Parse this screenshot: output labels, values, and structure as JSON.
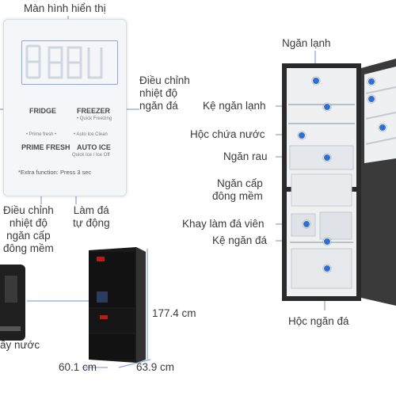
{
  "labels": {
    "display": "Màn hình hiển thị",
    "temp_freezer_adjust": "Điều chỉnh\nnhiệt độ\nngăn đá",
    "temp_prime_adjust": "Điều chỉnh\nnhiệt độ\nngăn cấp\nđông mềm",
    "auto_ice": "Làm đá\ntự động",
    "water_dispenser": "ấy nước",
    "fridge_compartment": "Ngăn lạnh",
    "fridge_shelf": "Kệ ngăn lạnh",
    "water_tank": "Hộc chứa nước",
    "vegetable_drawer": "Ngăn rau",
    "prime_fresh_drawer": "Ngăn cấp\nđông mềm",
    "ice_tray": "Khay làm đá viên",
    "freezer_shelf": "Kệ ngăn đá",
    "freezer_drawer": "Hộc ngăn đá"
  },
  "panel": {
    "fridge": "FRIDGE",
    "freezer": "FREEZER",
    "quick_freezing": "• Quick Freezing",
    "prime_fresh_hint": "• Prime fresh •",
    "auto_ice_clean": "• Auto Ice Clean",
    "prime_fresh": "PRIME FRESH",
    "auto_ice": "AUTO ICE",
    "quick_ice_off": "Quick Ice / Ice Off",
    "extra_function": "*Extra function: Press 3 sec"
  },
  "dimensions": {
    "height": "177.4 cm",
    "width": "60.1 cm",
    "depth": "63.9 cm"
  },
  "colors": {
    "accent": "#2e6fd6",
    "leader": "#8aa7e0",
    "fridge_body": "#2b2b2b"
  }
}
